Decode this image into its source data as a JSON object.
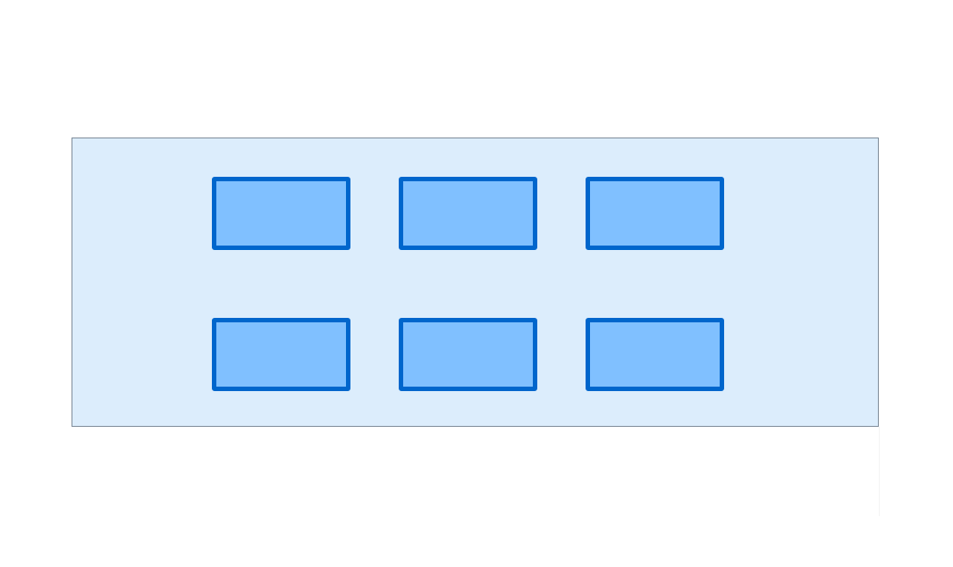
{
  "colors": {
    "container_fill": "#dcedfc",
    "container_border": "#7f8c9a",
    "box_fill": "#80c0ff",
    "box_border": "#0066cc",
    "background": "#ffffff"
  },
  "diagram": {
    "container": {
      "rows": 2,
      "columns": 3
    },
    "boxes": [
      {
        "row": 1,
        "column": 1
      },
      {
        "row": 1,
        "column": 2
      },
      {
        "row": 1,
        "column": 3
      },
      {
        "row": 2,
        "column": 1
      },
      {
        "row": 2,
        "column": 2
      },
      {
        "row": 2,
        "column": 3
      }
    ]
  }
}
